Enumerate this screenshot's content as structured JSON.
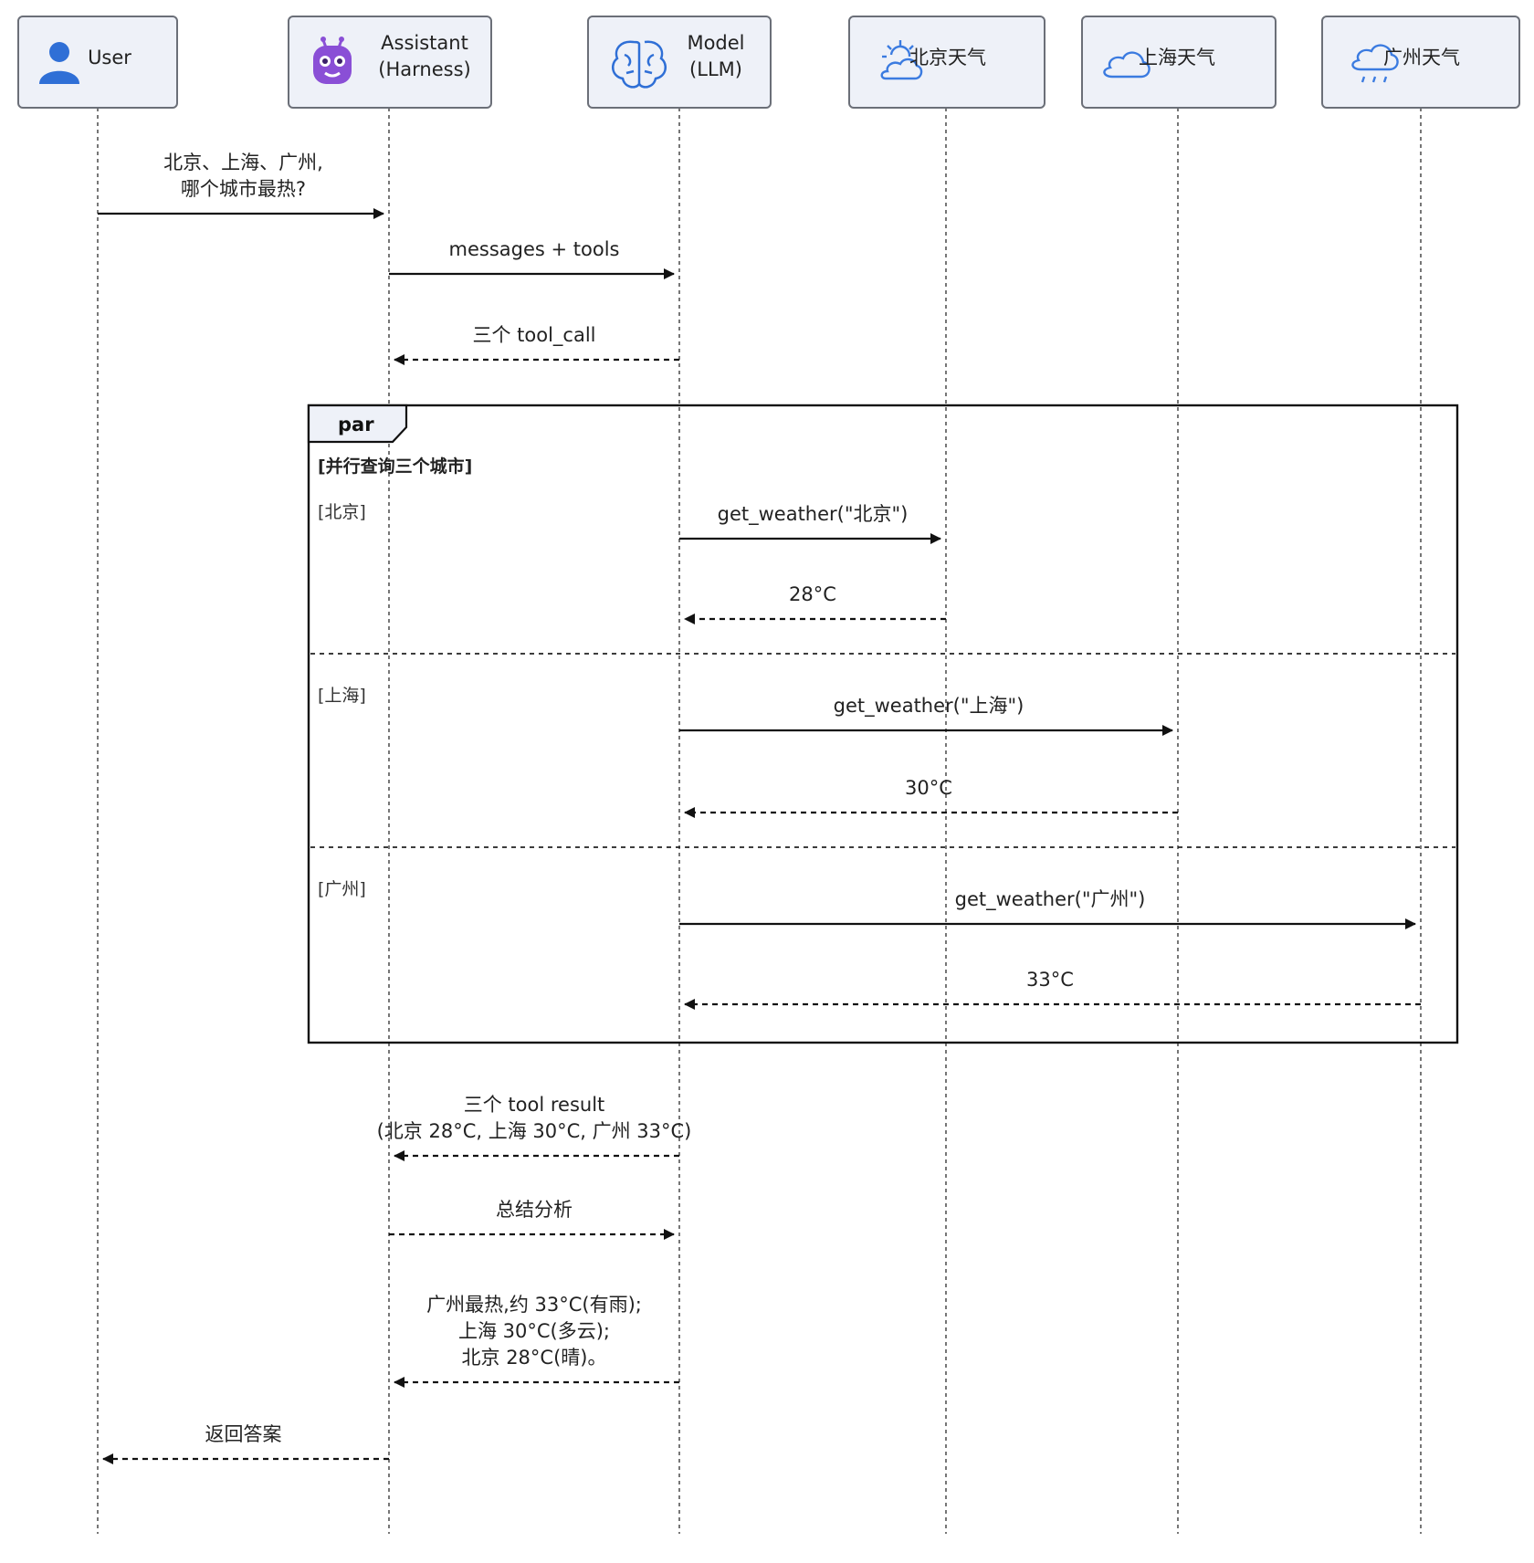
{
  "participants": [
    {
      "id": "user",
      "label": [
        "User"
      ],
      "icon": "user-icon",
      "color": "#2f6fd6"
    },
    {
      "id": "assistant",
      "label": [
        "Assistant",
        "(Harness)"
      ],
      "icon": "robot-icon",
      "color": "#8a4fd6"
    },
    {
      "id": "model",
      "label": [
        "Model",
        "(LLM)"
      ],
      "icon": "brain-icon",
      "color": "#2f6fd6"
    },
    {
      "id": "bj",
      "label": [
        "北京天气"
      ],
      "icon": "sun-cloud-icon",
      "color": "#3b7be0"
    },
    {
      "id": "sh",
      "label": [
        "上海天气"
      ],
      "icon": "cloud-icon",
      "color": "#3b7be0"
    },
    {
      "id": "gz",
      "label": [
        "广州天气"
      ],
      "icon": "rain-cloud-icon",
      "color": "#3b7be0"
    }
  ],
  "messages": [
    {
      "from": "user",
      "to": "assistant",
      "style": "solid",
      "text": [
        "北京、上海、广州,",
        "哪个城市最热?"
      ]
    },
    {
      "from": "assistant",
      "to": "model",
      "style": "solid",
      "text": [
        "messages + tools"
      ]
    },
    {
      "from": "model",
      "to": "assistant",
      "style": "dashed",
      "text": [
        "三个 tool_call"
      ]
    },
    {
      "from": "model",
      "to": "bj",
      "style": "solid",
      "text": [
        "get_weather(\"北京\")"
      ]
    },
    {
      "from": "bj",
      "to": "model",
      "style": "dashed",
      "text": [
        "28°C"
      ]
    },
    {
      "from": "model",
      "to": "sh",
      "style": "solid",
      "text": [
        "get_weather(\"上海\")"
      ]
    },
    {
      "from": "sh",
      "to": "model",
      "style": "dashed",
      "text": [
        "30°C"
      ]
    },
    {
      "from": "model",
      "to": "gz",
      "style": "solid",
      "text": [
        "get_weather(\"广州\")"
      ]
    },
    {
      "from": "gz",
      "to": "model",
      "style": "dashed",
      "text": [
        "33°C"
      ]
    },
    {
      "from": "model",
      "to": "assistant",
      "style": "dashed",
      "text": [
        "三个 tool result",
        "(北京 28°C, 上海 30°C, 广州 33°C)"
      ]
    },
    {
      "from": "assistant",
      "to": "model",
      "style": "dashed",
      "text": [
        "总结分析"
      ]
    },
    {
      "from": "model",
      "to": "assistant",
      "style": "dashed",
      "text": [
        "广州最热,约 33°C(有雨);",
        "上海 30°C(多云);",
        "北京 28°C(晴)。"
      ]
    },
    {
      "from": "assistant",
      "to": "user",
      "style": "dashed",
      "text": [
        "返回答案"
      ]
    }
  ],
  "par_frame": {
    "operator": "par",
    "guard": "[并行查询三个城市]",
    "branches": [
      "[北京]",
      "[上海]",
      "[广州]"
    ]
  }
}
